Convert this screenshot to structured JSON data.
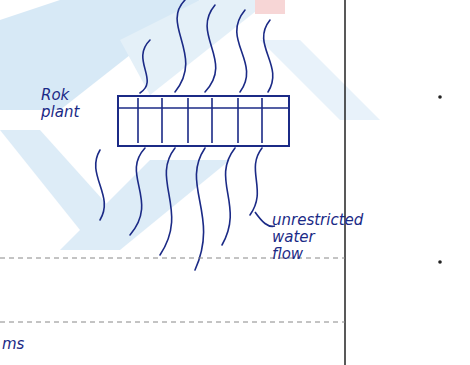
{
  "diagram": {
    "nodes": [
      {
        "text": [
          "Rok plant"
        ]
      }
    ],
    "labels": [
      "unrestricted water flow",
      "ms"
    ]
  }
}
